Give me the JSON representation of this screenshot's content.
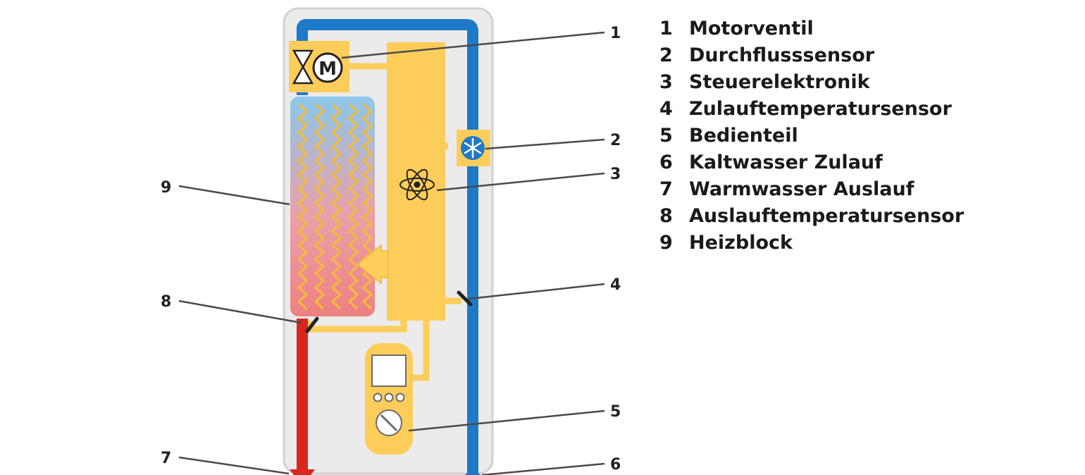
{
  "callouts": [
    "1",
    "2",
    "3",
    "4",
    "5",
    "6",
    "7",
    "8",
    "9"
  ],
  "legend": [
    {
      "num": "1",
      "label": "Motorventil"
    },
    {
      "num": "2",
      "label": "Durchflusssensor"
    },
    {
      "num": "3",
      "label": "Steuerelektronik"
    },
    {
      "num": "4",
      "label": "Zulauftemperatursensor"
    },
    {
      "num": "5",
      "label": "Bedienteil"
    },
    {
      "num": "6",
      "label": "Kaltwasser Zulauf"
    },
    {
      "num": "7",
      "label": "Warmwasser Auslauf"
    },
    {
      "num": "8",
      "label": "Auslauftemperatursensor"
    },
    {
      "num": "9",
      "label": "Heizblock"
    }
  ],
  "motor_symbol": "M",
  "colors": {
    "cold_water": "#1f79c9",
    "hot_water": "#d9271c",
    "component_yellow": "#fdcd5a",
    "housing": "#ebebeb"
  }
}
